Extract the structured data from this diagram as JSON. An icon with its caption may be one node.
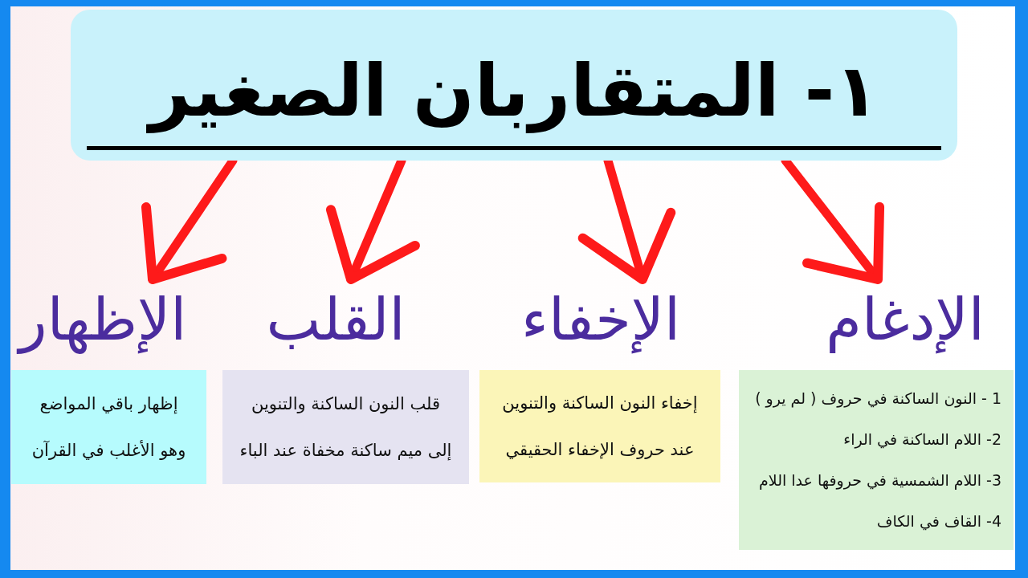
{
  "diagram": {
    "nodes": [
      {
        "text": [
          "١- المتقاربان الصغير"
        ]
      },
      {
        "text": [
          "الإدغام"
        ]
      },
      {
        "text": [
          "الإخفاء"
        ]
      },
      {
        "text": [
          "القلب"
        ]
      },
      {
        "text": [
          "الإظهار"
        ]
      },
      {
        "text": [
          "1 - النون الساكنة في حروف ( لم يرو )",
          "2- اللام الساكنة في الراء",
          "3- اللام الشمسية في حروفها عدا اللام",
          "4- القاف في الكاف"
        ]
      },
      {
        "text": [
          "إخفاء النون الساكنة والتنوين عند حروف الإخفاء الحقيقي"
        ]
      },
      {
        "text": [
          "قلب النون الساكنة والتنوين إلى ميم ساكنة مخفاة عند الباء"
        ]
      },
      {
        "text": [
          "إظهار باقي المواضع وهو الأغلب في القرآن"
        ]
      }
    ],
    "edges": [
      {
        "from": 0,
        "to": 1,
        "arrow": "to"
      },
      {
        "from": 0,
        "to": 2,
        "arrow": "to"
      },
      {
        "from": 0,
        "to": 3,
        "arrow": "to"
      },
      {
        "from": 0,
        "to": 4,
        "arrow": "to"
      }
    ]
  }
}
